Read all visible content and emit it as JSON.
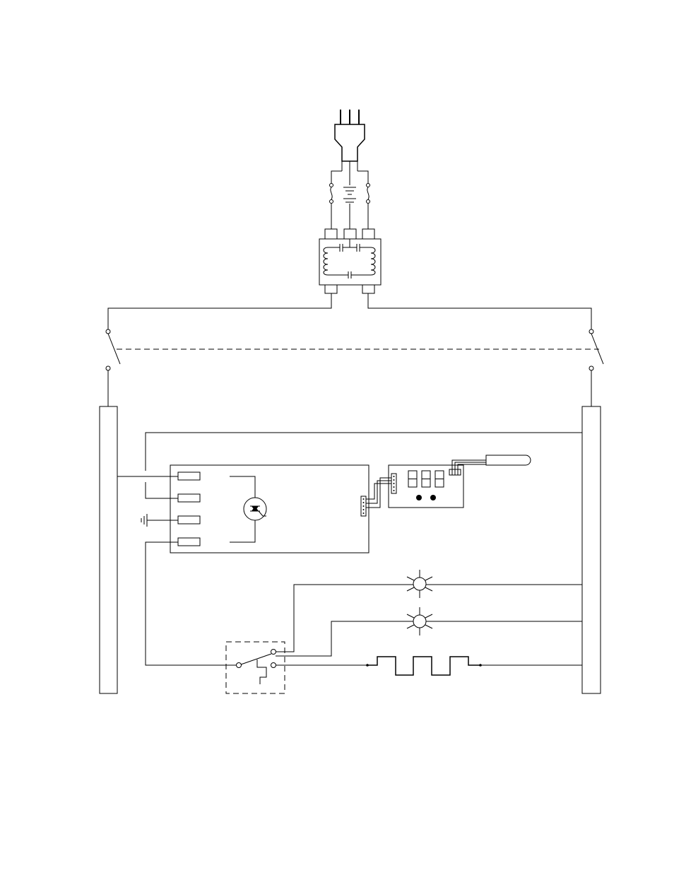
{
  "diagram": {
    "type": "wiring-schematic",
    "line_color": "#000000",
    "background": "#ffffff",
    "components": [
      {
        "id": "power-plug",
        "icon": "three-prong-plug-icon"
      },
      {
        "id": "line-fuse-left",
        "icon": "fuse-icon"
      },
      {
        "id": "line-fuse-right",
        "icon": "fuse-icon"
      },
      {
        "id": "ground-symbol",
        "icon": "ground-icon"
      },
      {
        "id": "emi-filter",
        "icon": "line-filter-icon"
      },
      {
        "id": "main-switch-left",
        "icon": "switch-icon"
      },
      {
        "id": "main-switch-right",
        "icon": "switch-icon"
      },
      {
        "id": "terminal-block-left",
        "icon": "terminal-strip-icon"
      },
      {
        "id": "terminal-block-right",
        "icon": "terminal-strip-icon"
      },
      {
        "id": "control-board",
        "icon": "relay-board-icon"
      },
      {
        "id": "triac",
        "icon": "triac-icon"
      },
      {
        "id": "display-board",
        "icon": "seven-segment-display-icon"
      },
      {
        "id": "temperature-probe",
        "icon": "probe-icon"
      },
      {
        "id": "indicator-lamp-1",
        "icon": "lamp-icon"
      },
      {
        "id": "indicator-lamp-2",
        "icon": "lamp-icon"
      },
      {
        "id": "selector-switch",
        "icon": "changeover-switch-icon"
      },
      {
        "id": "heating-element",
        "icon": "heater-icon"
      }
    ]
  }
}
